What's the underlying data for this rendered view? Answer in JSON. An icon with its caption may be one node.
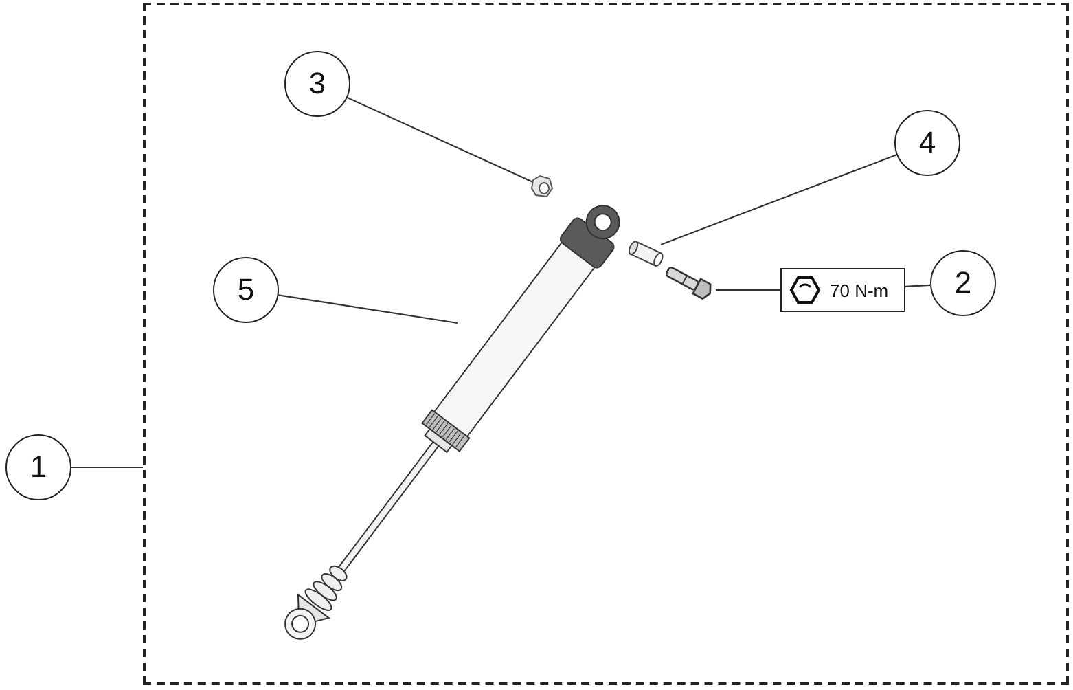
{
  "diagram": {
    "nodes": [
      {
        "text": [
          "1"
        ]
      },
      {
        "text": [],
        "shape": "box"
      },
      {
        "text": [
          "3"
        ],
        "in": 1
      },
      {
        "text": [],
        "shape": "picture",
        "in": 1
      },
      {
        "text": [
          "4"
        ],
        "in": 1
      },
      {
        "text": [],
        "shape": "picture",
        "in": 1
      },
      {
        "text": [
          "5"
        ],
        "in": 1
      },
      {
        "text": [],
        "shape": "picture",
        "in": 1
      },
      {
        "text": [
          "70 N-m"
        ],
        "in": 1
      },
      {
        "text": [
          "2"
        ],
        "in": 1
      },
      {
        "text": [],
        "shape": "picture",
        "in": 1
      }
    ],
    "edges": [
      {
        "from": 0,
        "to": 1,
        "arrow": "none"
      },
      {
        "from": 2,
        "to": 3,
        "arrow": "none"
      },
      {
        "from": 4,
        "to": 5,
        "arrow": "none"
      },
      {
        "from": 6,
        "to": 7,
        "arrow": "none"
      },
      {
        "from": 9,
        "to": 8,
        "arrow": "none"
      },
      {
        "from": 8,
        "to": 10,
        "arrow": "none"
      }
    ]
  }
}
